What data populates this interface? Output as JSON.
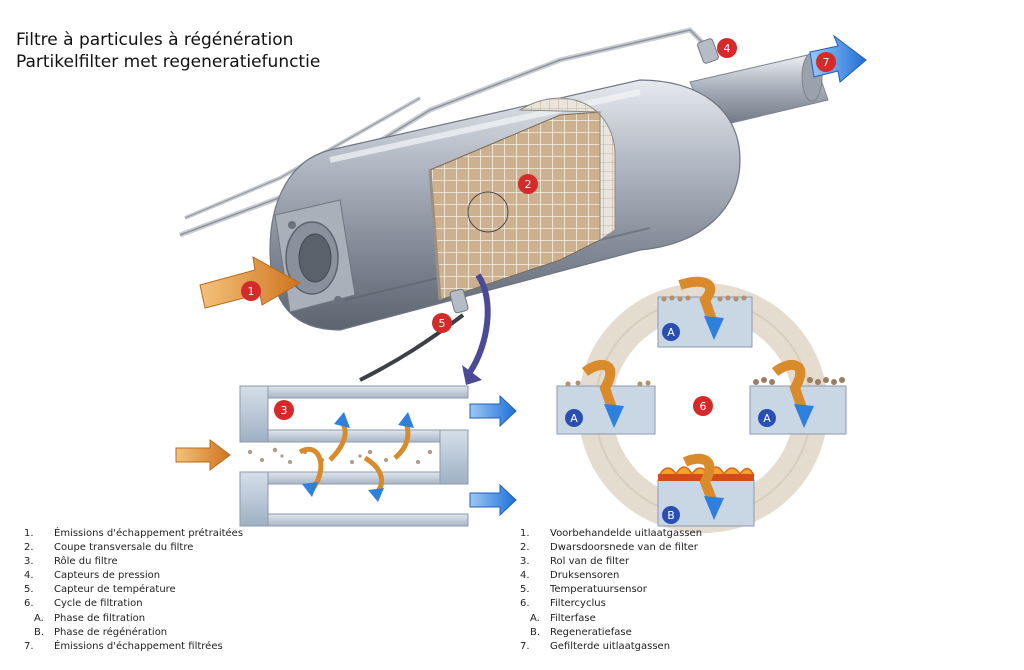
{
  "title_fr": "Filtre à particules à régénération",
  "title_nl": "Partikelfilter met regeneratiefunctie",
  "callouts": {
    "c1": "1",
    "c2": "2",
    "c3": "3",
    "c4": "4",
    "c5": "5",
    "c6": "6",
    "c7": "7",
    "phaseA": "A",
    "phaseB": "B"
  },
  "legend_fr": [
    {
      "num": "1.",
      "text": "Émissions d'échappement prétraitées"
    },
    {
      "num": "2.",
      "text": "Coupe transversale du filtre"
    },
    {
      "num": "3.",
      "text": "Rôle du filtre"
    },
    {
      "num": "4.",
      "text": "Capteurs de pression"
    },
    {
      "num": "5.",
      "text": "Capteur de température"
    },
    {
      "num": "6.",
      "text": "Cycle de filtration"
    },
    {
      "num": "A.",
      "text": "Phase de filtration"
    },
    {
      "num": "B.",
      "text": "Phase de régénération"
    },
    {
      "num": "7.",
      "text": "Émissions d'échappement filtrées"
    }
  ],
  "legend_nl": [
    {
      "num": "1.",
      "text": "Voorbehandelde uitlaatgassen"
    },
    {
      "num": "2.",
      "text": "Dwarsdoorsnede van de filter"
    },
    {
      "num": "3.",
      "text": "Rol van de filter"
    },
    {
      "num": "4.",
      "text": "Druksensoren"
    },
    {
      "num": "5.",
      "text": "Temperatuursensor"
    },
    {
      "num": "6.",
      "text": "Filtercyclus"
    },
    {
      "num": "A.",
      "text": "Filterfase"
    },
    {
      "num": "B.",
      "text": "Regeneratiefase"
    },
    {
      "num": "7.",
      "text": "Gefilterde uitlaatgassen"
    }
  ],
  "colors": {
    "callout_red": "#d42a2a",
    "phase_blue": "#2a4fb3",
    "flow_in": "#d98a2a",
    "flow_out": "#2f7fdd",
    "metal": "#b8bec8"
  }
}
